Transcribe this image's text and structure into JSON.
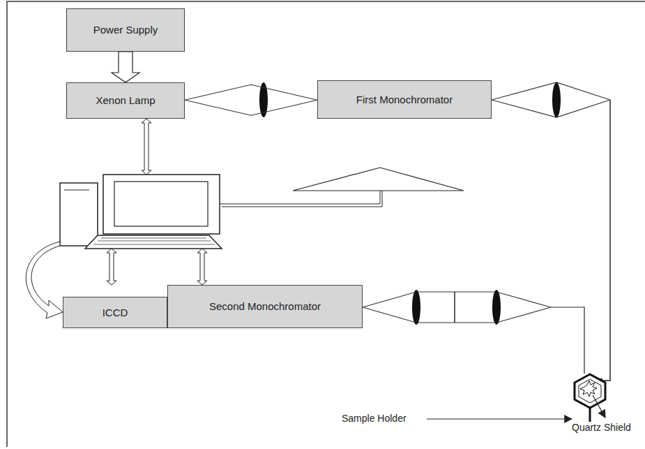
{
  "diagram": {
    "nodes": [
      {
        "text": [
          "Power Supply"
        ]
      },
      {
        "text": [
          "Xenon Lamp"
        ]
      },
      {
        "text": [
          "First Monochromator"
        ]
      },
      {
        "text": [
          "ICCD"
        ]
      },
      {
        "text": [
          "Second Monochromator"
        ]
      }
    ],
    "edges": [
      {
        "from": 0,
        "to": 1,
        "arrow": "to"
      },
      {
        "from": 1,
        "to": 2,
        "arrow": "none"
      }
    ],
    "labels": [
      "Sample Holder",
      "Quartz Shield"
    ]
  }
}
